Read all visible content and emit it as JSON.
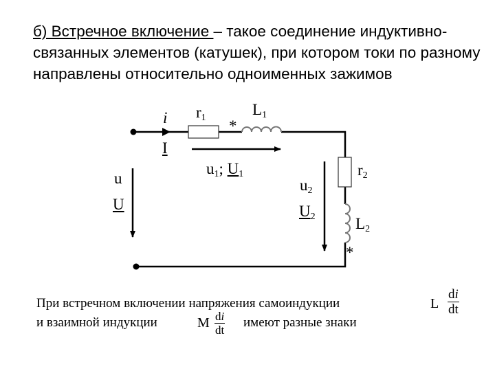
{
  "heading": {
    "underlined": "б) Встречное включение ",
    "rest": "– такое соединение индуктивно-связанных элементов (катушек), при котором токи по разному направлены относительно одноименных зажимов"
  },
  "circuit": {
    "current_inst": "i",
    "current_phasor": "I",
    "r1": {
      "base": "r",
      "sub": "1"
    },
    "L1": {
      "base": "L",
      "sub": "1"
    },
    "r2": {
      "base": "r",
      "sub": "2"
    },
    "L2": {
      "base": "L",
      "sub": "2"
    },
    "star1": "*",
    "star2": "*",
    "u1": {
      "base": "u",
      "sub": "1",
      "sep": "; ",
      "phasor": "U",
      "phasor_sub": "1"
    },
    "u": "u",
    "U": "U",
    "u2": {
      "base": "u",
      "sub": "2"
    },
    "U2": {
      "base": "U",
      "sub": "2"
    }
  },
  "note": {
    "line1": "При встречном включении напряжения самоиндукции",
    "line2a": "и взаимной индукции",
    "line2b": "имеют разные знаки",
    "self_coef": "L",
    "mutual_coef": "M",
    "num_d": "d",
    "num_i": "i",
    "den": "dt"
  }
}
